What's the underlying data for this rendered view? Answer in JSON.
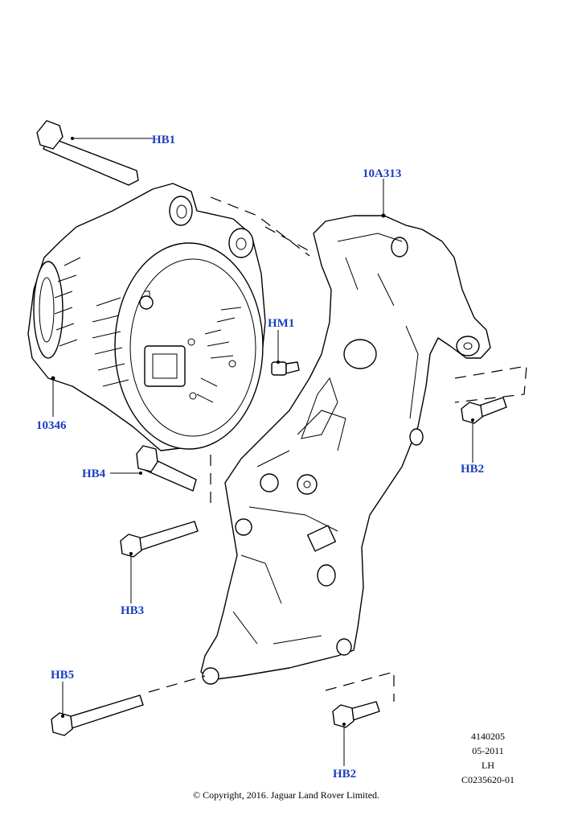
{
  "callouts": {
    "hb1": "HB1",
    "bracket": "10A313",
    "hm1": "HM1",
    "alternator": "10346",
    "hb2_upper": "HB2",
    "hb4": "HB4",
    "hb3": "HB3",
    "hb5": "HB5",
    "hb2_lower": "HB2"
  },
  "meta": {
    "number": "4140205",
    "date": "05-2011",
    "side": "LH",
    "code": "C0235620-01"
  },
  "copyright": "© Copyright, 2016. Jaguar Land Rover Limited.",
  "colors": {
    "callout": "#1a3fbf",
    "line": "#000000"
  }
}
